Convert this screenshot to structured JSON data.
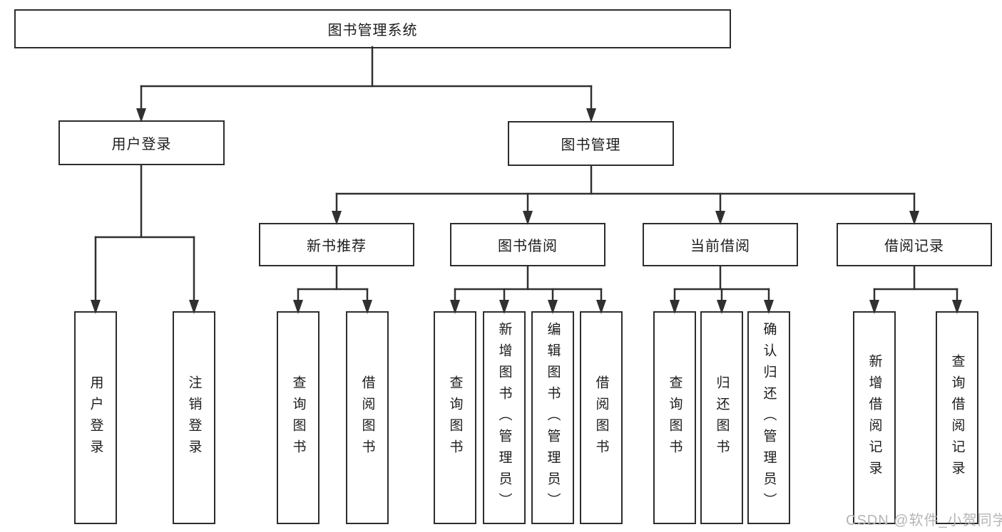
{
  "diagram": {
    "root": {
      "label": "图书管理系统"
    },
    "branches": [
      {
        "label": "用户登录",
        "children": [
          {
            "label": "用户登录"
          },
          {
            "label": "注销登录"
          }
        ]
      },
      {
        "label": "图书管理",
        "children": [
          {
            "label": "新书推荐",
            "children": [
              {
                "label": "查询图书"
              },
              {
                "label": "借阅图书"
              }
            ]
          },
          {
            "label": "图书借阅",
            "children": [
              {
                "label": "查询图书"
              },
              {
                "label": "新增图书（管理员）"
              },
              {
                "label": "编辑图书（管理员）"
              },
              {
                "label": "借阅图书"
              }
            ]
          },
          {
            "label": "当前借阅",
            "children": [
              {
                "label": "查询图书"
              },
              {
                "label": "归还图书"
              },
              {
                "label": "确认归还（管理员）"
              }
            ]
          },
          {
            "label": "借阅记录",
            "children": [
              {
                "label": "新增借阅记录"
              },
              {
                "label": "查询借阅记录"
              }
            ]
          }
        ]
      }
    ],
    "watermark": "CSDN @软件_小贺同学"
  },
  "colors": {
    "line": "#303030",
    "border": "#2d2d2d",
    "text": "#1c1c1c",
    "watermark": "#b5b5b5",
    "background": "#ffffff"
  }
}
